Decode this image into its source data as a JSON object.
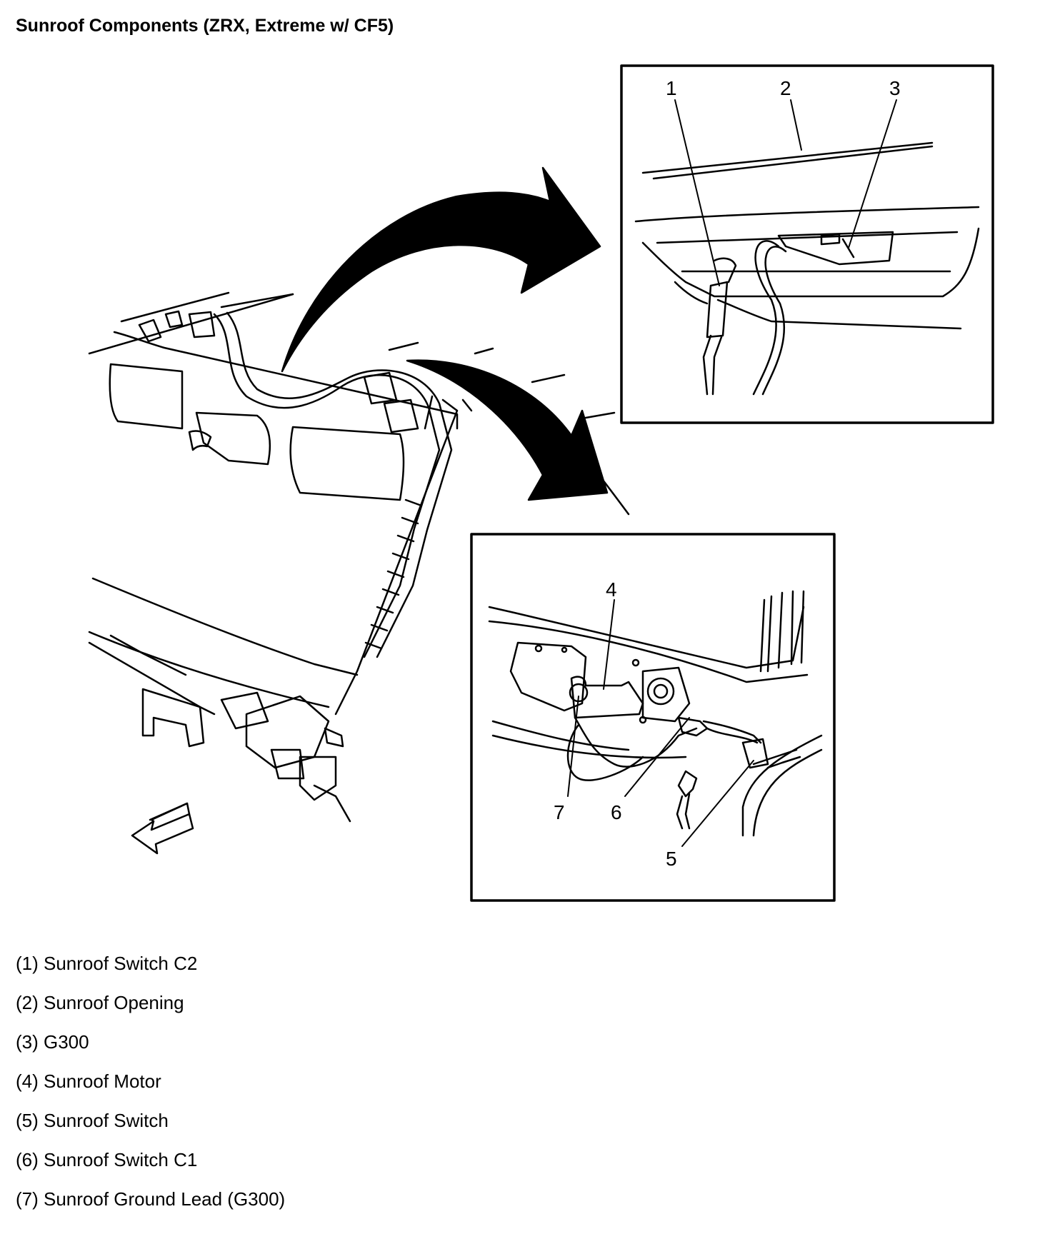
{
  "title": "Sunroof Components (ZRX, Extreme w/ CF5)",
  "callouts": [
    "1",
    "2",
    "3",
    "4",
    "5",
    "6",
    "7"
  ],
  "legend": [
    "(1) Sunroof Switch C2",
    "(2) Sunroof Opening",
    "(3) G300",
    "(4) Sunroof Motor",
    "(5) Sunroof Switch",
    "(6) Sunroof Switch C1",
    "(7) Sunroof Ground Lead (G300)"
  ]
}
